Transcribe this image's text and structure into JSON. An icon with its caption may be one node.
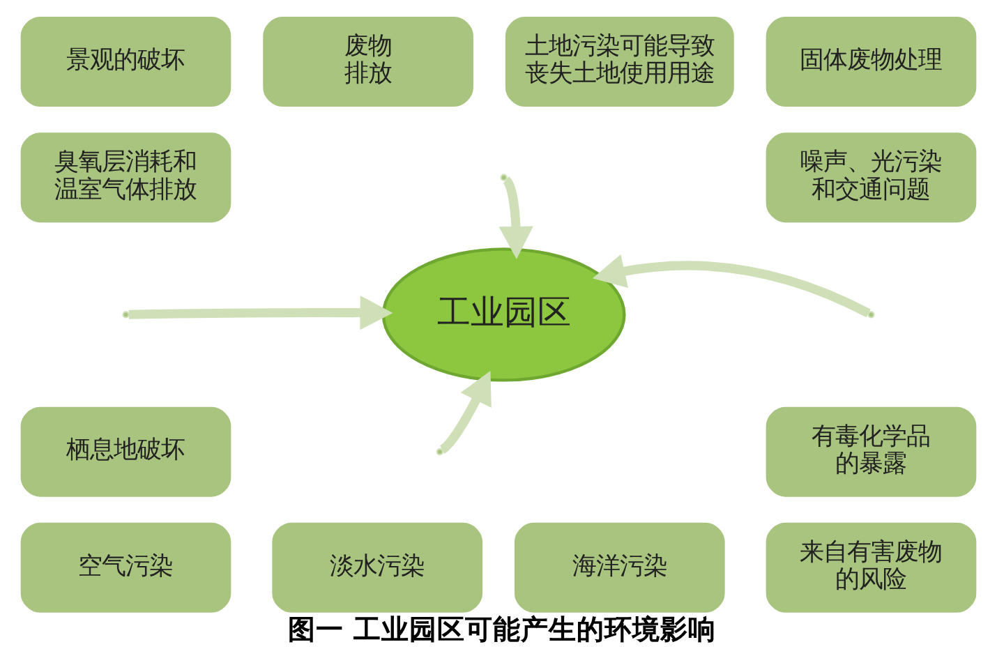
{
  "diagram": {
    "caption": "图一 工业园区可能产生的环境影响",
    "nodes": [
      {
        "text": [
          "景观的破坏"
        ]
      },
      {
        "text": [
          "废物排放"
        ]
      },
      {
        "text": [
          "土地污染可能导致丧失土地使用用途"
        ]
      },
      {
        "text": [
          "固体废物处理"
        ]
      },
      {
        "text": [
          "臭氧层消耗和温室气体排放"
        ]
      },
      {
        "text": [
          "工业园区"
        ]
      },
      {
        "text": [
          "噪声、光污染和交通问题"
        ]
      },
      {
        "text": [
          "栖息地破坏"
        ]
      },
      {
        "text": [
          "有毒化学品的暴露"
        ]
      },
      {
        "text": [
          "空气污染"
        ]
      },
      {
        "text": [
          "淡水污染"
        ]
      },
      {
        "text": [
          "海洋污染"
        ]
      },
      {
        "text": [
          "来自有害废物的风险"
        ]
      }
    ],
    "edges": [
      {
        "from": null,
        "to": 5,
        "arrow": "to"
      },
      {
        "from": null,
        "to": 5,
        "arrow": "to"
      },
      {
        "from": null,
        "to": 5,
        "arrow": "to"
      },
      {
        "from": null,
        "to": 5,
        "arrow": "to"
      }
    ]
  }
}
